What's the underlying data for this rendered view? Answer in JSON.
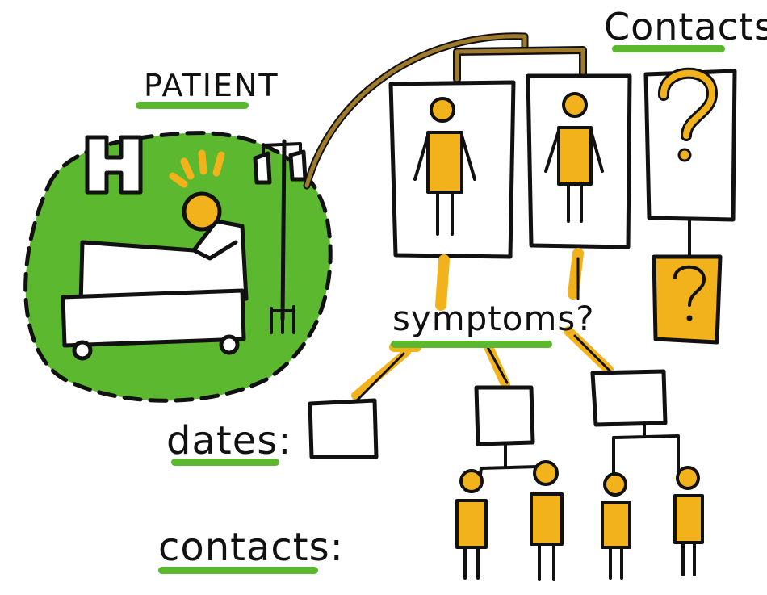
{
  "labels": {
    "patient": "PATIENT",
    "contacts_top": "Contacts",
    "symptoms": "symptoms?",
    "dates": "dates:",
    "contacts_bottom": "contacts:",
    "unknown_mark": "?",
    "hospital_sign": "H"
  },
  "colors": {
    "green": "#5cb82f",
    "yellow": "#f2b21c",
    "ink": "#111111",
    "brown_link": "#a07a2c"
  },
  "icons": [
    "hospital-sign-icon",
    "hospital-bed-icon",
    "patient-head-icon",
    "iv-drip-stand-icon",
    "person-figure-icon",
    "question-mark-icon",
    "computer-monitor-icon"
  ]
}
